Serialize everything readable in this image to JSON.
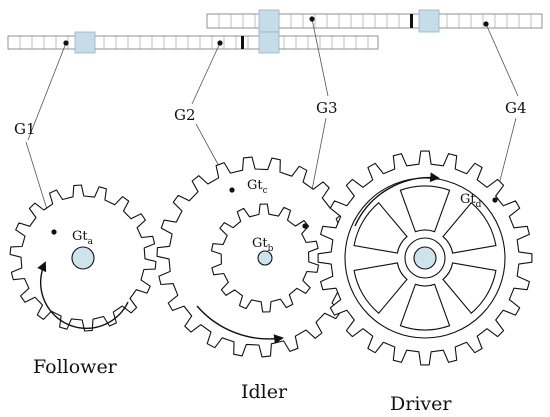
{
  "shaft_labels": [
    "G1",
    "G2",
    "G3",
    "G4"
  ],
  "gear_labels": [
    {
      "base": "Gt",
      "sub": "a"
    },
    {
      "base": "Gt",
      "sub": "c"
    },
    {
      "base": "Gt",
      "sub": "b"
    },
    {
      "base": "Gt",
      "sub": "d"
    }
  ],
  "captions": {
    "follower": "Follower",
    "idler": "Idler",
    "driver": "Driver"
  },
  "colors": {
    "hub_fill": "#cfe3ec",
    "bearing_fill": "#c6dde8",
    "outline": "#111111"
  }
}
